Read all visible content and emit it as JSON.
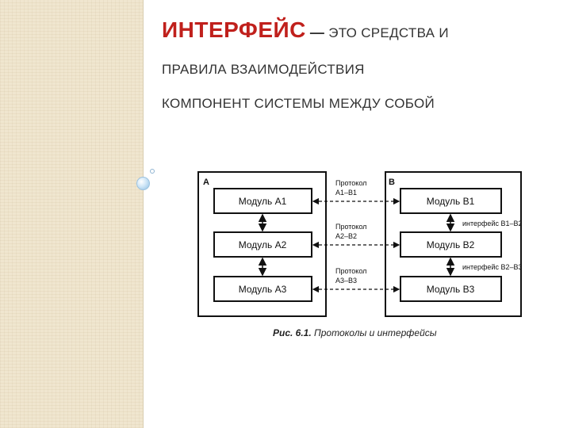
{
  "title": {
    "accent": "ИНТЕРФЕЙС",
    "dash": "—",
    "line1_rest": "ЭТО СРЕДСТВА И",
    "line2": "ПРАВИЛА ВЗАИМОДЕЙСТВИЯ",
    "line3": "КОМПОНЕНТ СИСТЕМЫ МЕЖДУ СОБОЙ"
  },
  "colors": {
    "accent": "#c0201c",
    "text": "#333333",
    "sidebar": "#f0e6cf"
  },
  "diagram": {
    "system_a": {
      "label": "A",
      "modules": [
        "Модуль А1",
        "Модуль А2",
        "Модуль А3"
      ]
    },
    "system_b": {
      "label": "В",
      "modules": [
        "Модуль В1",
        "Модуль В2",
        "Модуль В3"
      ]
    },
    "protocols": [
      {
        "line1": "Протокол",
        "line2": "А1–В1"
      },
      {
        "line1": "Протокол",
        "line2": "А2–В2"
      },
      {
        "line1": "Протокол",
        "line2": "А3–В3"
      }
    ],
    "interfaces": [
      "интерфейс  В1–В2",
      "интерфейс  В2–В3"
    ],
    "caption_prefix": "Рис. 6.1.",
    "caption_text": " Протоколы и интерфейсы"
  }
}
